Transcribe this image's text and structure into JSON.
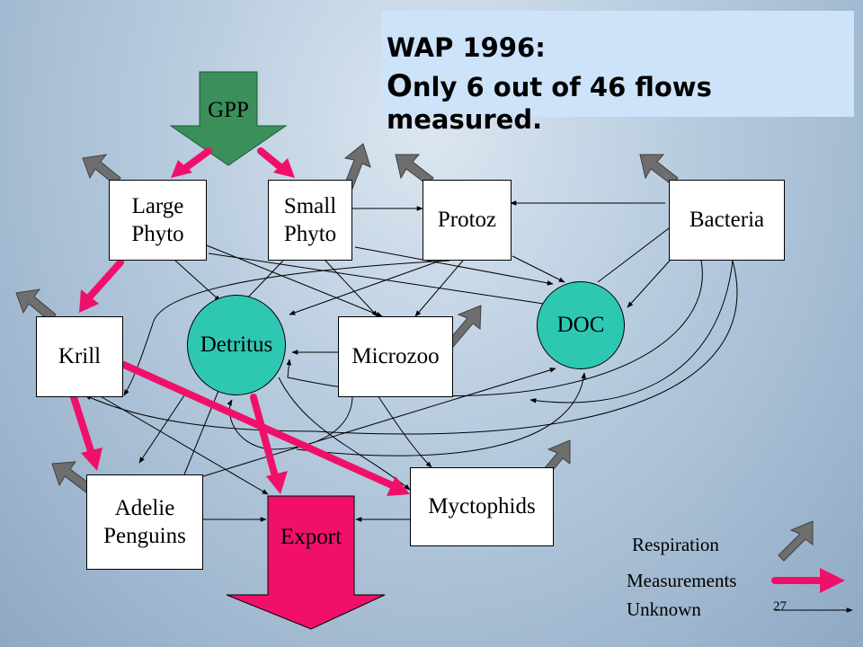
{
  "title": {
    "line1": "WAP 1996:",
    "line2_first": "O",
    "line2_rest": "nly 6 out of 46 flows measured."
  },
  "nodes": {
    "gpp": "GPP",
    "large_phyto": "Large\nPhyto",
    "small_phyto": "Small\nPhyto",
    "protoz": "Protoz",
    "bacteria": "Bacteria",
    "doc": "DOC",
    "krill": "Krill",
    "detritus": "Detritus",
    "microzoo": "Microzoo",
    "adelie_penguins": "Adelie\nPenguins",
    "export": "Export",
    "myctophids": "Myctophids"
  },
  "legend": {
    "respiration": "Respiration",
    "measurements": "Measurements",
    "unknown": "Unknown"
  },
  "page_number": "27",
  "colors": {
    "title_box": "#cde3fa",
    "gpp_arrow": "#3a8f5a",
    "export_arrow": "#f0106a",
    "measured_flow": "#f0106a",
    "respiration_arrow": "#6e6e6e",
    "circle_fill": "#2ec8b2"
  }
}
